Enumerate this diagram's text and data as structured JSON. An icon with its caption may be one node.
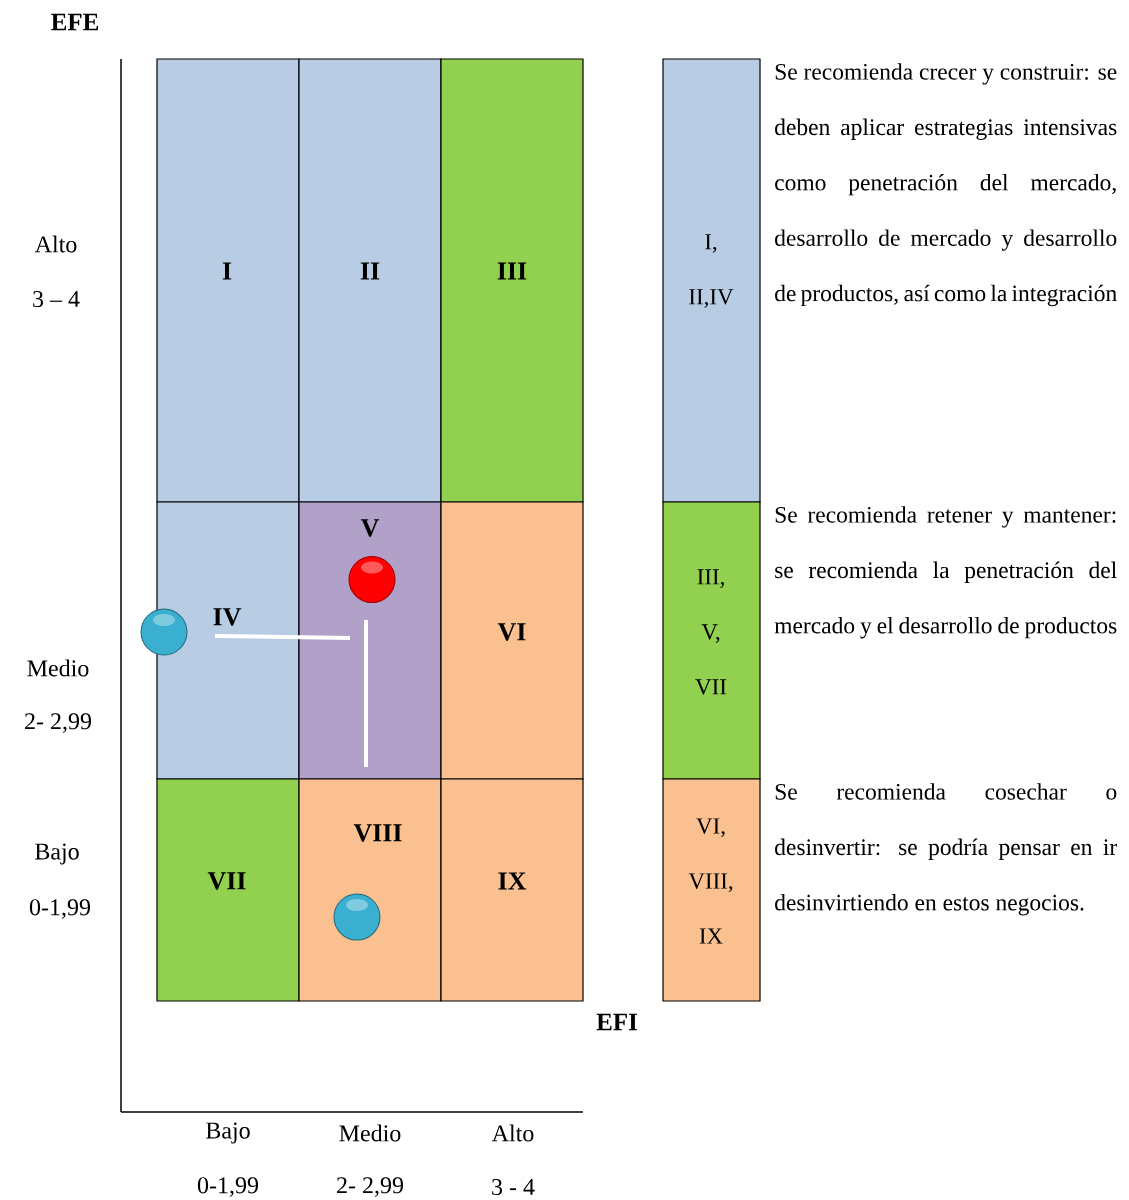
{
  "diagram": {
    "nodes": [
      {
        "text": [
          "I"
        ]
      },
      {
        "text": [
          "II"
        ]
      },
      {
        "text": [
          "III"
        ]
      },
      {
        "text": [
          "IV"
        ]
      },
      {
        "text": [
          "V"
        ]
      },
      {
        "text": [
          "VI"
        ]
      },
      {
        "text": [
          "VII"
        ]
      },
      {
        "text": [
          "VIII"
        ]
      },
      {
        "text": [
          "IX"
        ]
      },
      {
        "text": [
          "I, II,IV"
        ],
        "beside": [
          "Se recomienda crecer y construir: se deben aplicar estrategias intensivas como penetración del mercado, desarrollo de mercado y desarrollo de productos, así como la integración"
        ]
      },
      {
        "text": [
          "III, V, VII"
        ],
        "beside": [
          "Se recomienda retener y mantener: se recomienda la penetración del mercado y el desarrollo de productos"
        ]
      },
      {
        "text": [
          "VI, VIII, IX"
        ],
        "beside": [
          "Se recomienda cosechar o desinvertir: se podría pensar en ir desinvirtiendo en estos negocios."
        ]
      },
      {
        "text": [],
        "shape": "circle"
      },
      {
        "text": [],
        "shape": "circle",
        "in": 4
      },
      {
        "text": [],
        "shape": "circle",
        "in": 7
      }
    ],
    "edges": [],
    "labels": [
      "EFE",
      "Alto",
      "3 – 4",
      "Medio",
      "2- 2,99",
      "Bajo",
      "0-1,99",
      "EFI",
      "Bajo",
      "Medio",
      "Alto",
      "0-1,99",
      "2- 2,99",
      "3 - 4"
    ]
  }
}
